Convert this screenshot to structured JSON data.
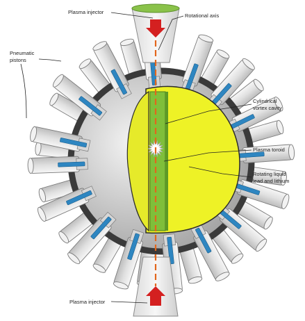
{
  "labels": {
    "plasma_injector_top": "Plasma injector",
    "rotational_axis": "Rotational axis",
    "pneumatic_pistons_line1": "Pneumatic",
    "pneumatic_pistons_line2": "pistons",
    "cylindrical_vortex_line1": "Cylindrical",
    "cylindrical_vortex_line2": "vortex cavity",
    "plasma_toroid": "Plasma toroid",
    "rotating_liquid_line1": "Rotating liquid",
    "rotating_liquid_line2": "lead and lithium",
    "plasma_injector_bottom": "Plasma injector"
  },
  "colors": {
    "liquid_metal": "#eef226",
    "vortex_cavity": "#7fbf3a",
    "piston_tube": "#e4e4e4",
    "piston_rod": "#2e86c1",
    "axis_line": "#e2661c",
    "arrow": "#d42020",
    "outer_shell": "#3a3a3a"
  }
}
